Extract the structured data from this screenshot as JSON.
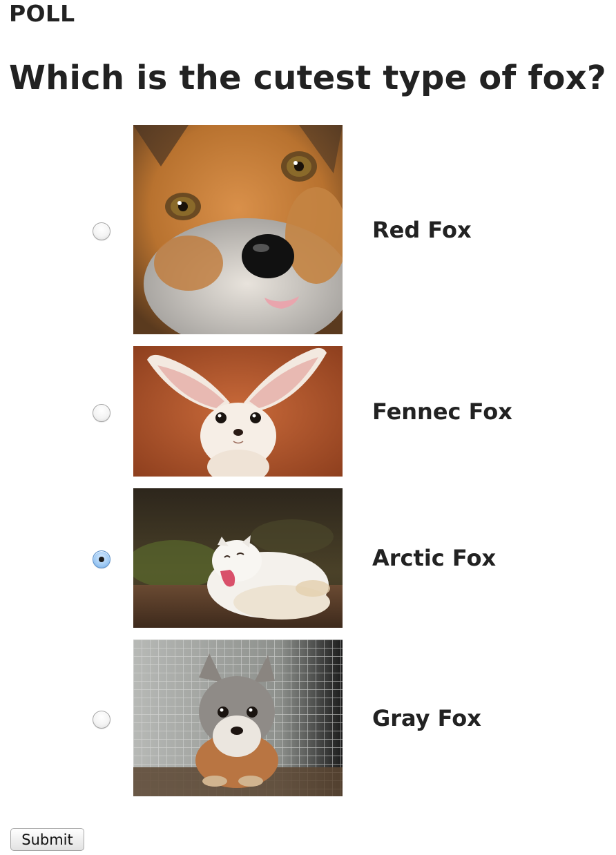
{
  "poll": {
    "eyebrow": "POLL",
    "question": "Which is the cutest type of fox?",
    "selected": "arctic",
    "options": [
      {
        "id": "red",
        "label": "Red Fox",
        "checked": false,
        "image": "red-fox-photo"
      },
      {
        "id": "fennec",
        "label": "Fennec Fox",
        "checked": false,
        "image": "fennec-fox-photo"
      },
      {
        "id": "arctic",
        "label": "Arctic Fox",
        "checked": true,
        "image": "arctic-fox-photo"
      },
      {
        "id": "gray",
        "label": "Gray Fox",
        "checked": false,
        "image": "gray-fox-photo"
      }
    ],
    "submit_label": "Submit"
  },
  "colors": {
    "text": "#222222",
    "background": "#ffffff",
    "radio_selected": "#6ea6e0"
  }
}
